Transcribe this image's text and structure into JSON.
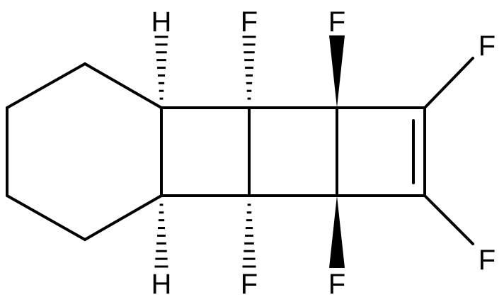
{
  "molecule": {
    "atom_labels": {
      "h_top": "H",
      "f_top_mid": "F",
      "f_top_right": "F",
      "f_right_top": "F",
      "f_right_bottom": "F",
      "f_bottom_right": "F",
      "f_bottom_mid": "F",
      "h_bottom": "H"
    },
    "colors": {
      "bond": "#000000",
      "background": "#ffffff"
    }
  }
}
